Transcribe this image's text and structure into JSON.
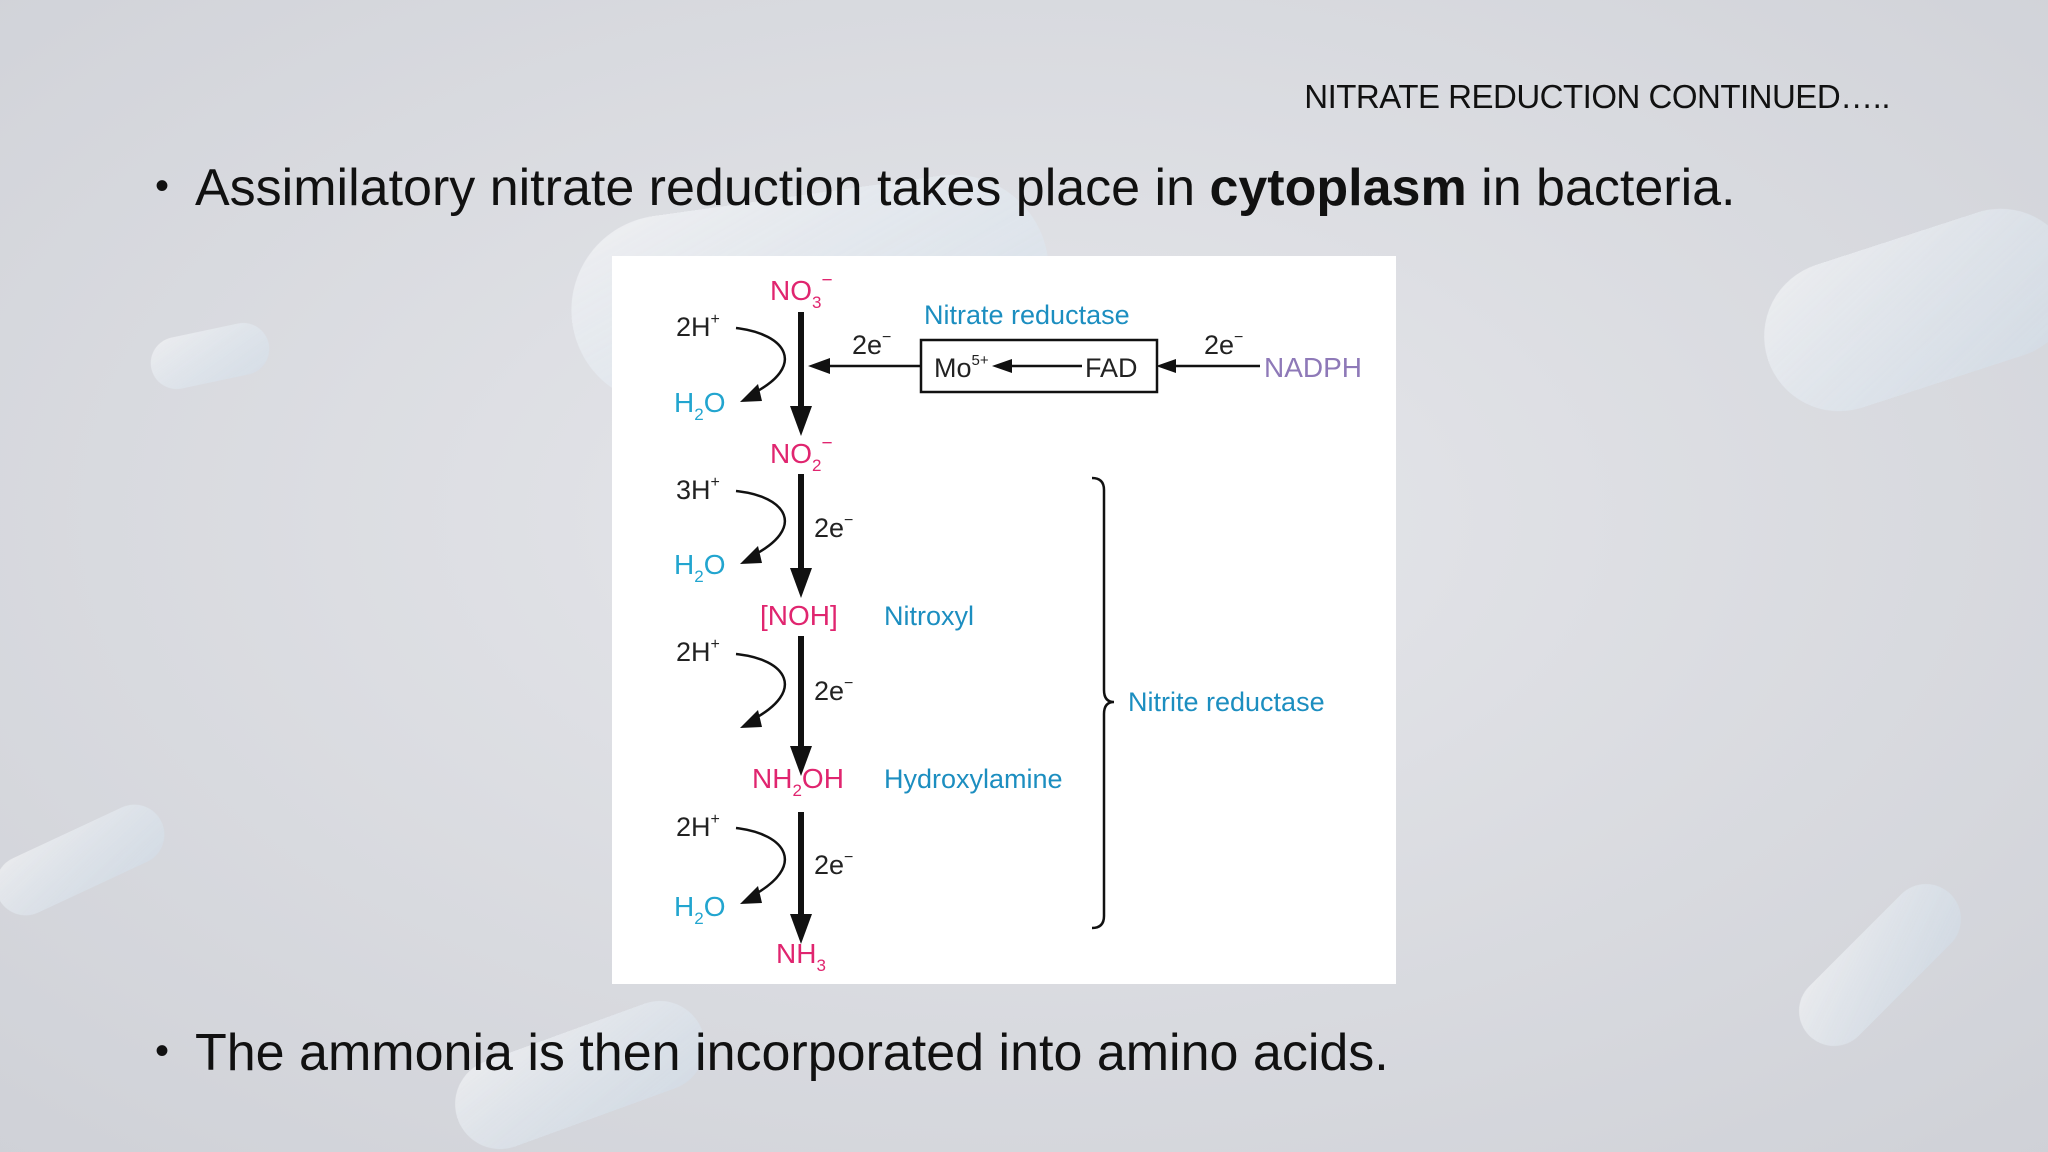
{
  "slide": {
    "title": "NITRATE REDUCTION CONTINUED…..",
    "bullet1": {
      "before": "Assimilatory nitrate reduction takes place in ",
      "bold": "cytoplasm",
      "after": " in bacteria."
    },
    "bullet2": "The ammonia is then incorporated into amino acids."
  },
  "diagram": {
    "species": {
      "no3": {
        "main": "NO",
        "sub": "3",
        "sup": "−"
      },
      "no2": {
        "main": "NO",
        "sub": "2",
        "sup": "−"
      },
      "noh": "[NOH]",
      "nh2oh": {
        "a": "NH",
        "sub": "2",
        "b": "OH"
      },
      "nh3": {
        "main": "NH",
        "sub": "3"
      }
    },
    "inputs": {
      "h1": {
        "main": "2H",
        "sup": "+"
      },
      "h2": {
        "main": "3H",
        "sup": "+"
      },
      "h3": {
        "main": "2H",
        "sup": "+"
      },
      "h4": {
        "main": "2H",
        "sup": "+"
      }
    },
    "water": {
      "a": "H",
      "sub": "2",
      "b": "O"
    },
    "electrons": {
      "main": "2e",
      "sup": "−"
    },
    "intermediate_names": {
      "nitroxyl": "Nitroxyl",
      "hydroxylamine": "Hydroxylamine"
    },
    "enzymes": {
      "nitrate_reductase": "Nitrate reductase",
      "nitrite_reductase": "Nitrite reductase"
    },
    "cofactors": {
      "mo": "Mo",
      "mo_sup": "5+",
      "fad": "FAD",
      "nadph": "NADPH"
    },
    "colors": {
      "species": "#e0256f",
      "enzyme": "#1c8ec0",
      "water": "#22a5cf",
      "nadph": "#8e79b8"
    }
  }
}
